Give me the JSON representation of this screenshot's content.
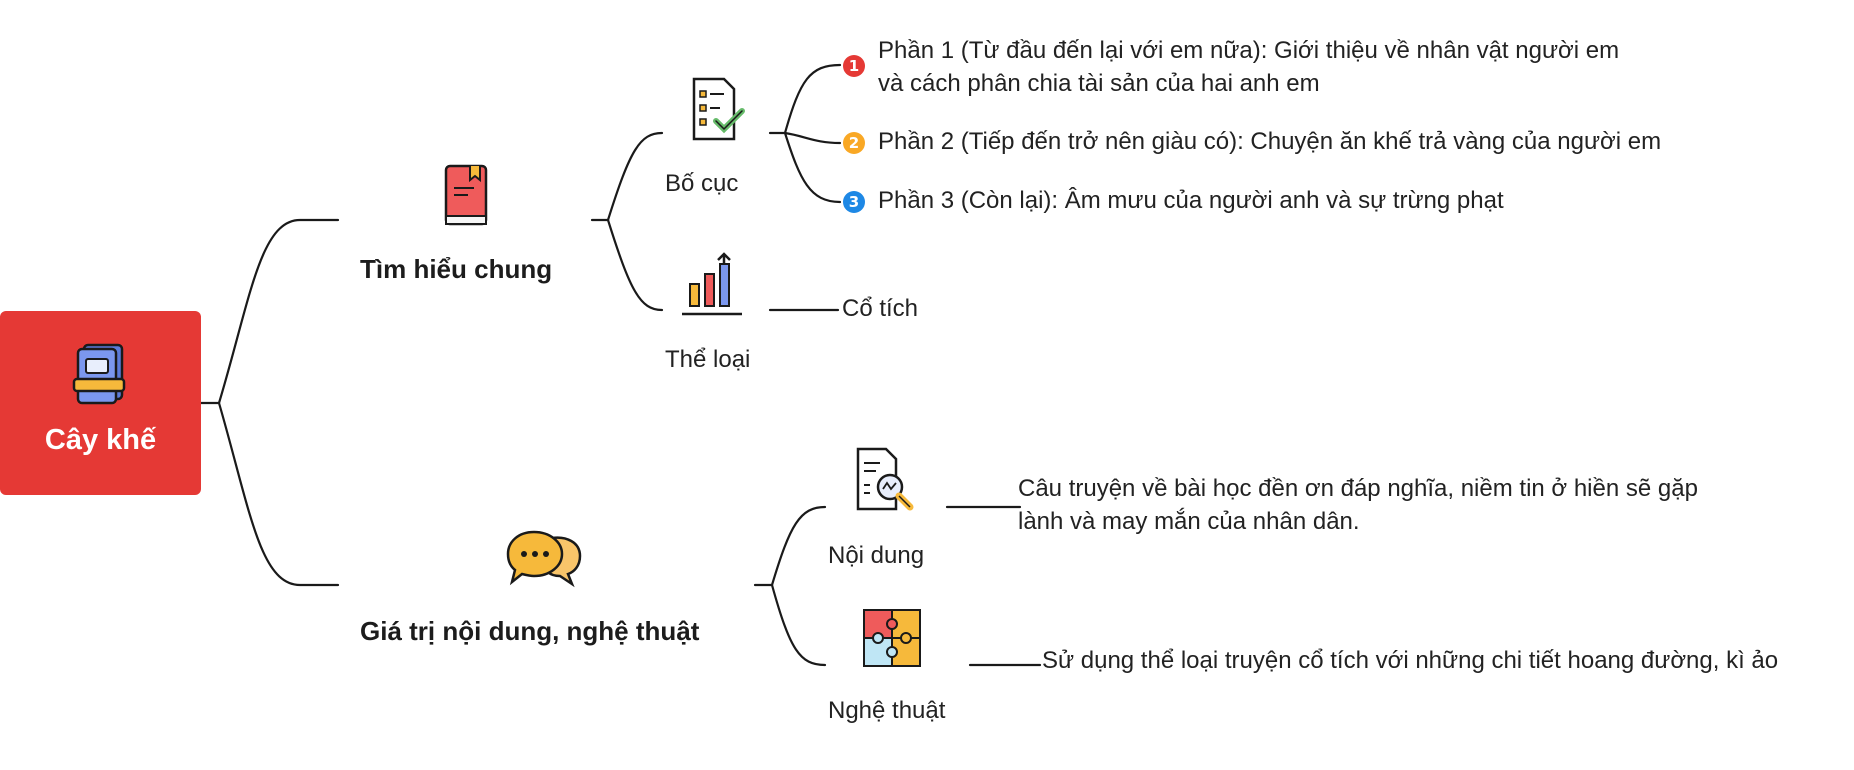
{
  "root": {
    "title": "Cây khế",
    "icon": "book-icon",
    "color": "#e53935"
  },
  "branches": [
    {
      "label": "Tìm hiểu chung",
      "icon": "red-book-icon",
      "children": [
        {
          "label": "Bố cục",
          "icon": "checklist-icon",
          "items": [
            {
              "badge": "1",
              "badge_color": "#e53935",
              "text_lines": [
                "Phần 1 (Từ đầu đến lại với em nữa): Giới thiệu về nhân vật người em",
                "và cách phân chia tài sản của hai anh em"
              ]
            },
            {
              "badge": "2",
              "badge_color": "#f9a825",
              "text_lines": [
                "Phần 2 (Tiếp đến trở nên giàu có): Chuyện ăn khế trả vàng của người em"
              ]
            },
            {
              "badge": "3",
              "badge_color": "#1e88e5",
              "text_lines": [
                "Phần 3 (Còn lại): Âm mưu của người anh và sự trừng phạt"
              ]
            }
          ]
        },
        {
          "label": "Thể loại",
          "icon": "bar-chart-icon",
          "items": [
            {
              "text_lines": [
                "Cổ tích"
              ]
            }
          ]
        }
      ]
    },
    {
      "label": "Giá trị nội dung, nghệ thuật",
      "icon": "chat-bubbles-icon",
      "children": [
        {
          "label": "Nội dung",
          "icon": "document-search-icon",
          "items": [
            {
              "text_lines": [
                "Câu truyện về bài học đền ơn đáp nghĩa, niềm tin ở hiền sẽ gặp",
                "lành và may mắn của nhân dân."
              ]
            }
          ]
        },
        {
          "label": "Nghệ thuật",
          "icon": "puzzle-icon",
          "items": [
            {
              "text_lines": [
                "Sử dụng thể loại truyện cổ tích với những chi tiết hoang đường, kì ảo"
              ]
            }
          ]
        }
      ]
    }
  ]
}
